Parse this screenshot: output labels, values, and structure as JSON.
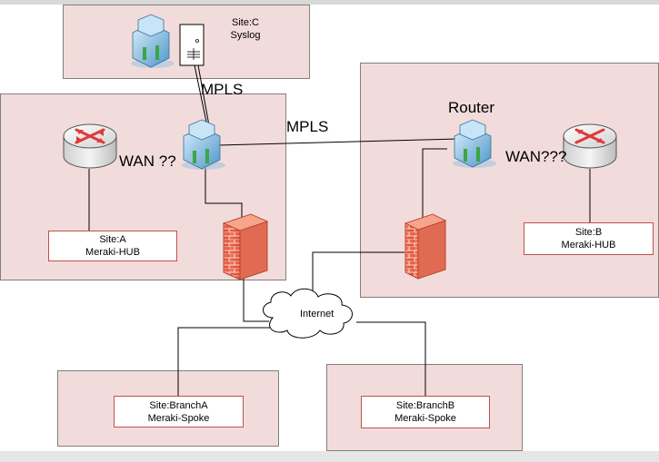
{
  "site_c": {
    "line1": "Site:C",
    "line2": "Syslog"
  },
  "site_a": {
    "line1": "Site:A",
    "line2": "Meraki-HUB"
  },
  "site_b": {
    "line1": "Site:B",
    "line2": "Meraki-HUB"
  },
  "branch_a": {
    "line1": "Site:BranchA",
    "line2": "Meraki-Spoke"
  },
  "branch_b": {
    "line1": "Site:BranchB",
    "line2": "Meraki-Spoke"
  },
  "labels": {
    "mpls_vertical": "MPLS",
    "mpls_horizontal": "MPLS",
    "router": "Router",
    "wan_a": "WAN ??",
    "wan_b": "WAN???",
    "internet": "Internet"
  },
  "icons": {
    "router": "router-icon",
    "server": "server-building-icon",
    "firewall": "firewall-icon",
    "cloud": "cloud-icon",
    "syslog": "syslog-device-icon"
  },
  "colors": {
    "site_fill": "#f2dcdb",
    "label_border": "#c0504d",
    "firewall": "#e8533a",
    "router_arrow": "#e03a3a"
  }
}
